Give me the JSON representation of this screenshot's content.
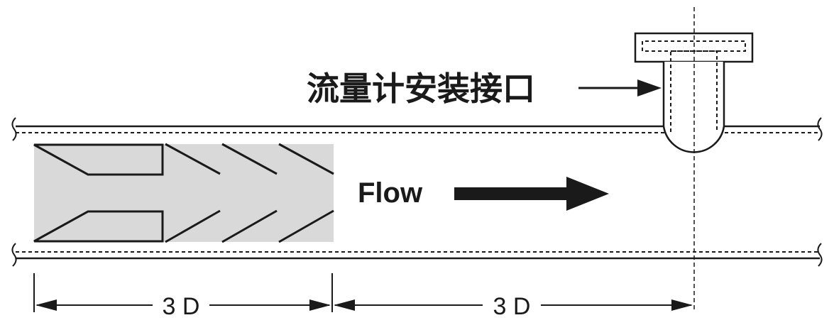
{
  "labels": {
    "mounting_port": "流量计安装接口",
    "flow": "Flow",
    "dimension_upstream": "3 D",
    "dimension_downstream": "3 D"
  },
  "colors": {
    "line": "#1a1a1a",
    "conditioner_fill": "#d9d9d9",
    "background": "#ffffff"
  }
}
